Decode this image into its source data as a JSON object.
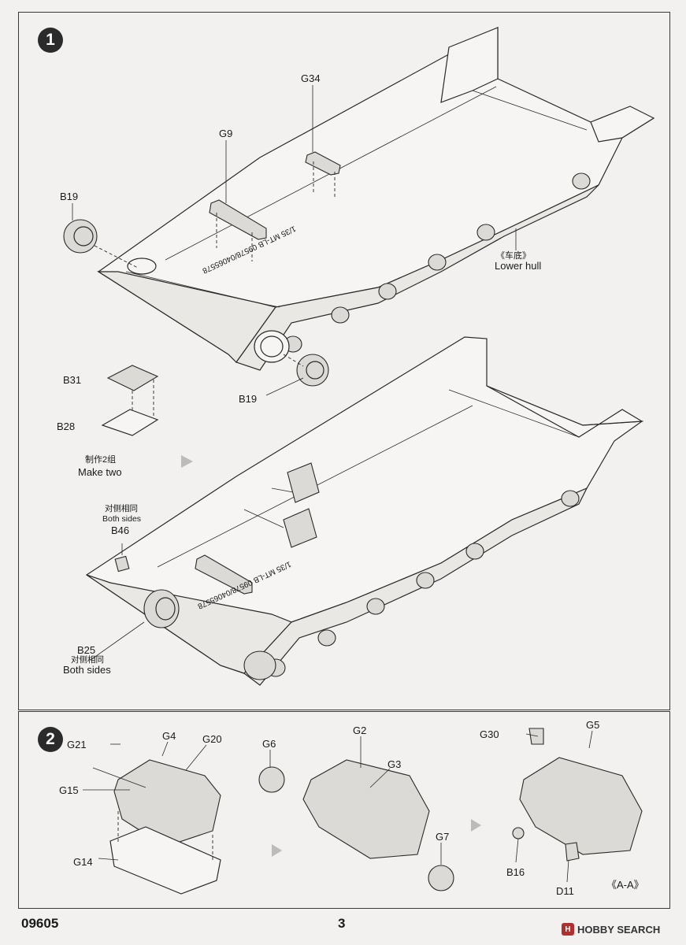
{
  "step1": {
    "number": "1",
    "labels": {
      "g34": "G34",
      "g9": "G9",
      "b19_top": "B19",
      "b19_bottom": "B19",
      "lower_hull_cn": "《车底》",
      "lower_hull_en": "Lower hull",
      "b31": "B31",
      "b28": "B28",
      "make_two_cn": "制作2组",
      "make_two_en": "Make two",
      "both_sides_cn_1": "对侧相同",
      "both_sides_en_1": "Both sides",
      "b46": "B46",
      "b25": "B25",
      "both_sides_cn_2": "对侧相同",
      "both_sides_en_2": "Both sides",
      "hull_marking": "1/35 MT-LB 09578/04065578"
    }
  },
  "step2": {
    "number": "2",
    "labels": {
      "g21": "G21",
      "g4": "G4",
      "g20": "G20",
      "g15": "G15",
      "g14": "G14",
      "g6": "G6",
      "g2": "G2",
      "g3": "G3",
      "g7": "G7",
      "g30": "G30",
      "g5": "G5",
      "b16": "B16",
      "d11": "D11",
      "section": "《A-A》"
    }
  },
  "footer": {
    "code": "09605",
    "page": "3",
    "watermark_mark": "H",
    "watermark": "HOBBY SEARCH"
  }
}
